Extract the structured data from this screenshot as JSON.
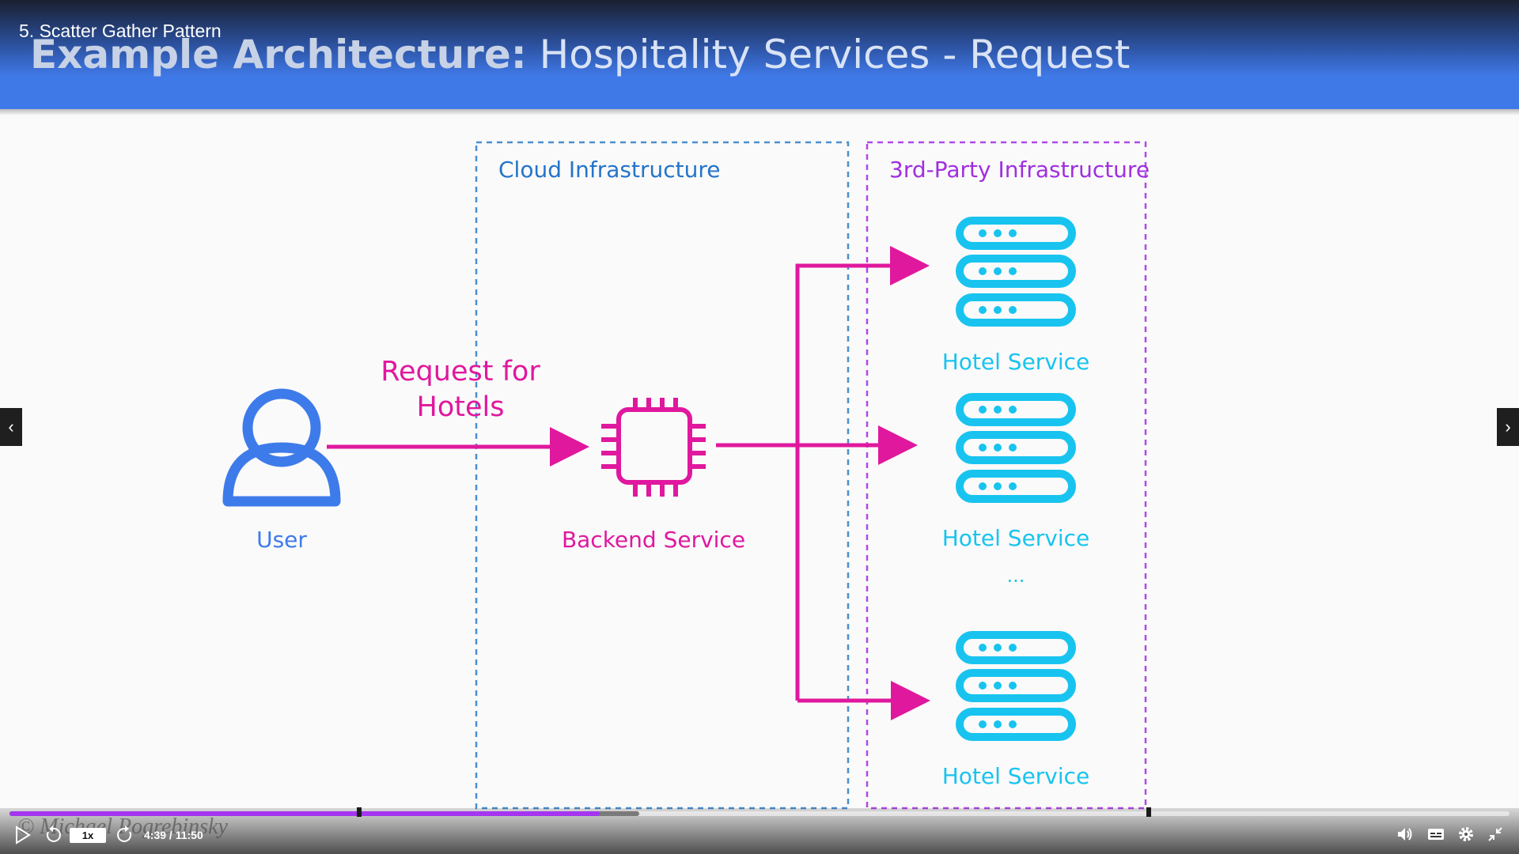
{
  "lecture": {
    "title": "5. Scatter Gather Pattern"
  },
  "slide": {
    "title_bold": "Example Architecture:",
    "title_rest": " Hospitality Services - Request",
    "watermark": "© Michael Pogrebinsky"
  },
  "diagram": {
    "user_label": "User",
    "request_label_line1": "Request for",
    "request_label_line2": "Hotels",
    "backend_label": "Backend Service",
    "cloud_label": "Cloud Infrastructure",
    "third_party_label": "3rd-Party Infrastructure",
    "hotel_services": [
      "Hotel Service",
      "Hotel Service",
      "Hotel Service"
    ],
    "ellipsis": "...",
    "colors": {
      "user": "#3e7bea",
      "request": "#e0189e",
      "cloud_border": "#4a8fd0",
      "cloud_text": "#2474c9",
      "third_party": "#b048e8",
      "hotel": "#18c4ef"
    }
  },
  "player": {
    "speed": "1x",
    "time": "4:39 / 11:50",
    "progress": 0.3935,
    "buffered": 0.42,
    "icons": [
      "play-icon",
      "rewind-icon",
      "forward-icon",
      "volume-icon",
      "captions-icon",
      "settings-icon",
      "exit-fullscreen-icon"
    ]
  },
  "nav": {
    "prev": "‹",
    "next": "›"
  }
}
